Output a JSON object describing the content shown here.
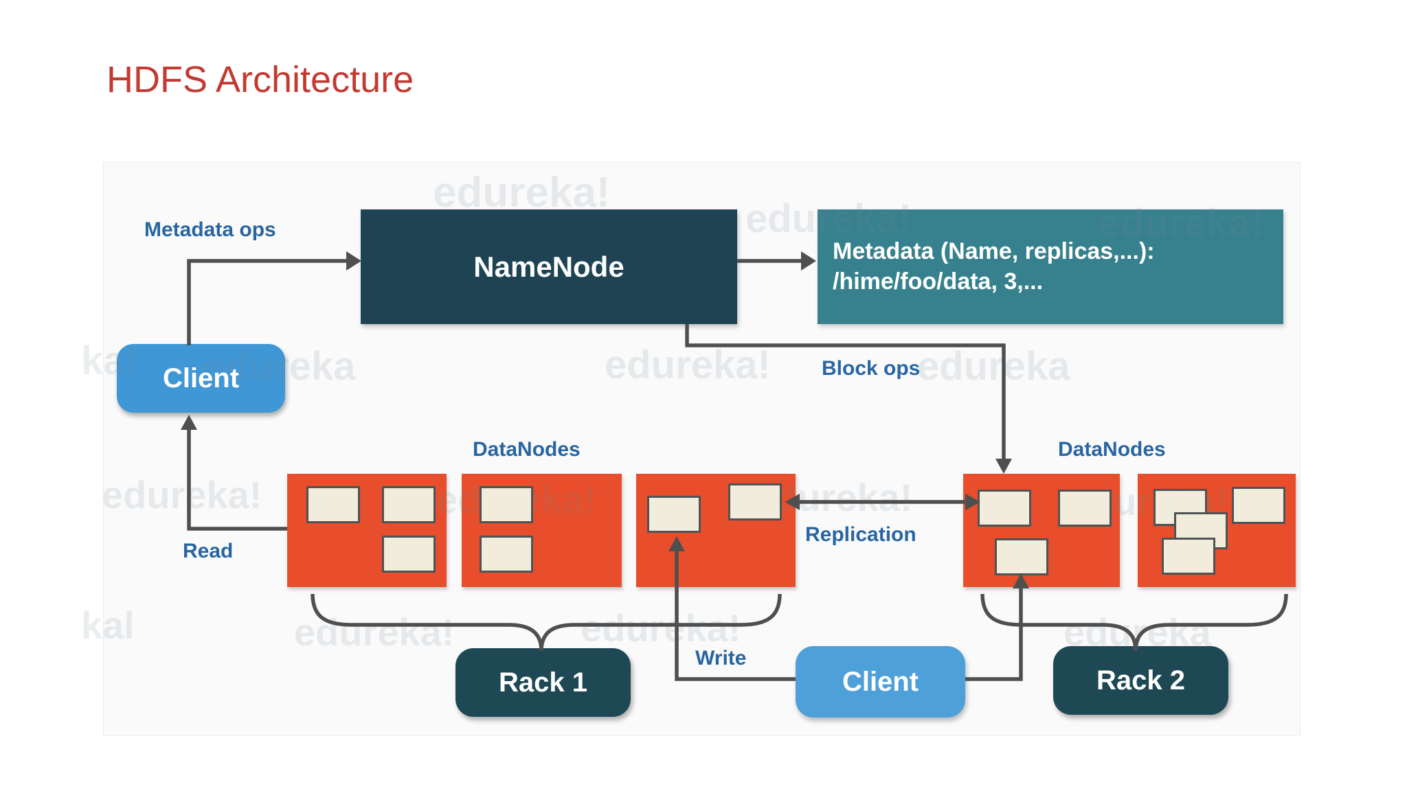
{
  "page": {
    "title": "HDFS Architecture"
  },
  "watermarks": [
    "edureka!",
    "edureka!",
    "edureka!",
    "ka!",
    "edureka",
    "edureka!",
    "edureka",
    "edureka!",
    "edureka!",
    "edureka!",
    "edureka!",
    "kal",
    "edureka!",
    "edureka!",
    "edureka"
  ],
  "diagram": {
    "namenode": {
      "label": "NameNode"
    },
    "metadata_box": {
      "line1": "Metadata (Name, replicas,...):",
      "line2": "/hime/foo/data, 3,..."
    },
    "client_top": {
      "label": "Client"
    },
    "client_bottom": {
      "label": "Client"
    },
    "rack1": {
      "label": "Rack 1"
    },
    "rack2": {
      "label": "Rack 2"
    },
    "labels": {
      "metadata_ops": "Metadata ops",
      "block_ops": "Block ops",
      "read": "Read",
      "write": "Write",
      "replication": "Replication",
      "datanodes_left": "DataNodes",
      "datanodes_right": "DataNodes"
    },
    "datanode_groups": [
      {
        "rack": "Rack 1",
        "nodes": [
          {
            "blocks": 3
          },
          {
            "blocks": 2
          },
          {
            "blocks": 2
          }
        ]
      },
      {
        "rack": "Rack 2",
        "nodes": [
          {
            "blocks": 3
          },
          {
            "blocks": 4
          }
        ]
      }
    ],
    "colors": {
      "title_red": "#c23a31",
      "label_blue": "#2766a3",
      "dark_node": "#1e4353",
      "rack_dark": "#1d4854",
      "teal_box": "#37818f",
      "client_blue": "#3f97d6",
      "client_blue_light": "#4da0d8",
      "datanode_orange": "#e84e2b",
      "block_cream": "#f1ecdb",
      "arrow_gray": "#4f4f4f"
    }
  }
}
